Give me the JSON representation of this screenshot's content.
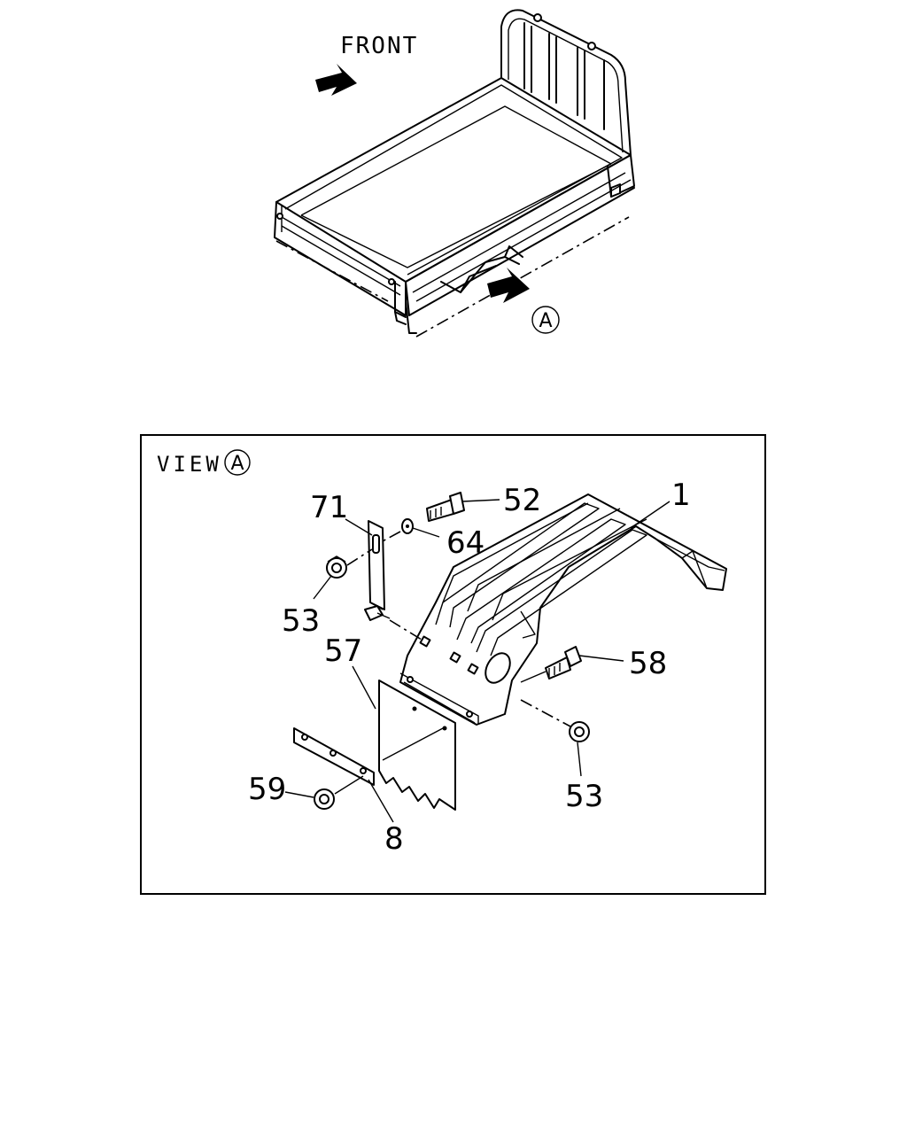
{
  "top_view": {
    "front_label": "FRONT",
    "view_marker": "A"
  },
  "detail_view": {
    "title": "VIEW",
    "title_marker": "A",
    "callouts": [
      "1",
      "52",
      "71",
      "64",
      "53",
      "57",
      "58",
      "53",
      "59",
      "8"
    ]
  },
  "icons": {
    "front_arrow": "arrow-right-filled",
    "view_arrow": "arrow-right-filled"
  }
}
